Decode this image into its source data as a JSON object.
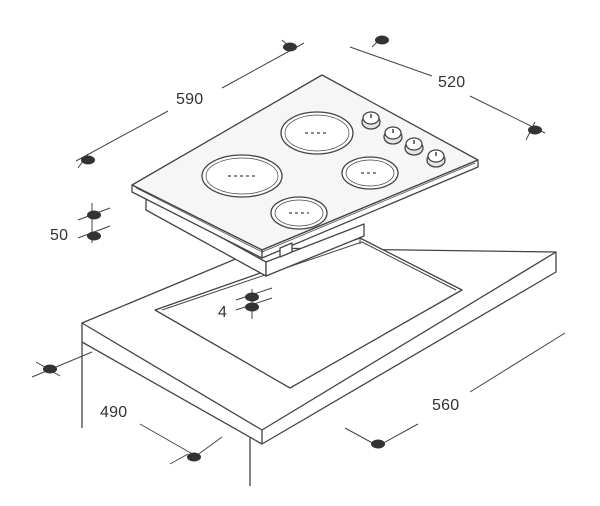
{
  "dimensions": {
    "hob_width": "590",
    "hob_depth": "520",
    "hob_height": "50",
    "flange": "4",
    "cutout_depth": "490",
    "cutout_width": "560"
  },
  "colors": {
    "line": "#444444",
    "hob_fill": "#f6f6f6",
    "marker": "#333333",
    "label": "#333333"
  }
}
